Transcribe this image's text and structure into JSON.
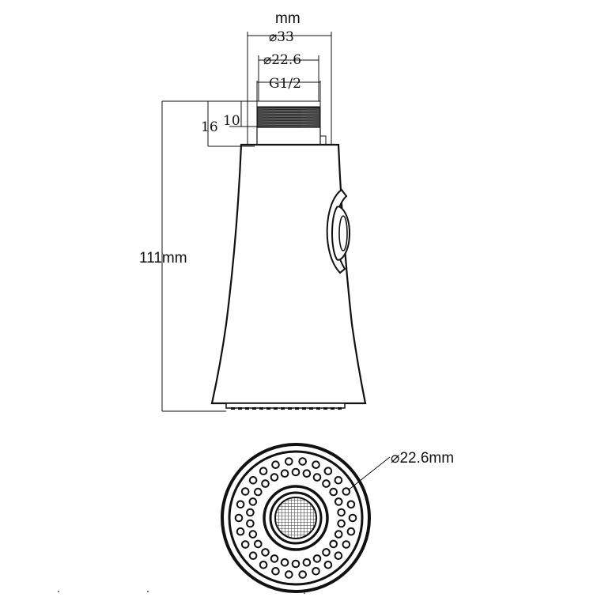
{
  "drawing": {
    "unit_label": "mm",
    "outer_diameter": "⌀33",
    "inner_diameter": "⌀22.6",
    "thread": "G1/2",
    "thread_length": "10",
    "connector_length": "16",
    "total_length": "111mm",
    "face_diameter": "⌀22.6mm"
  },
  "colors": {
    "line": "#111111",
    "background": "#ffffff"
  }
}
